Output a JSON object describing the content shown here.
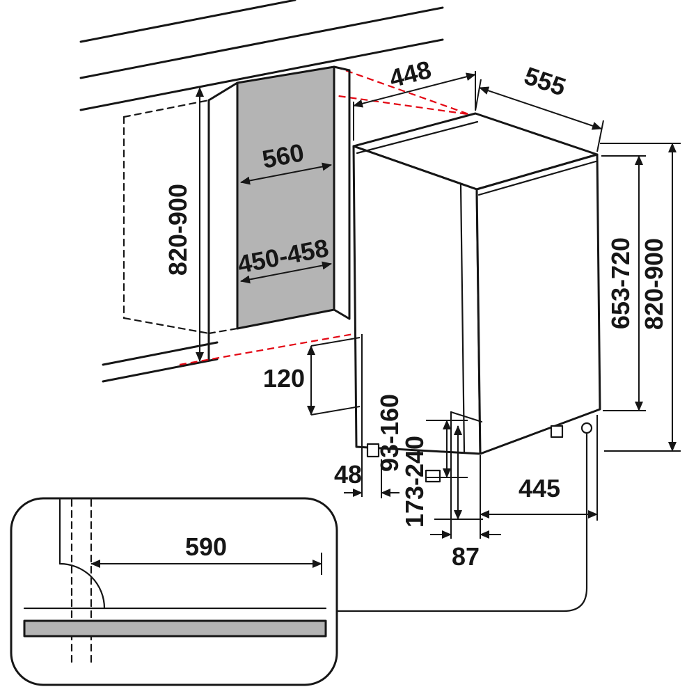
{
  "labels": {
    "top_width": "448",
    "top_depth": "555",
    "niche_width": "560",
    "niche_depth": "450-458",
    "niche_height": "820-900",
    "unit_door_height": "653-720",
    "unit_height": "820-900",
    "plinth_recess_height": "120",
    "toe_offset": "48",
    "plinth_range_a": "93-160",
    "plinth_range_b": "173-240",
    "base_depth": "445",
    "base_offset": "87",
    "plinth_board_width": "590"
  },
  "colors": {
    "projection_line_red": "#e30613",
    "panel_gray": "#b4b4b4",
    "line_black": "#161616"
  }
}
